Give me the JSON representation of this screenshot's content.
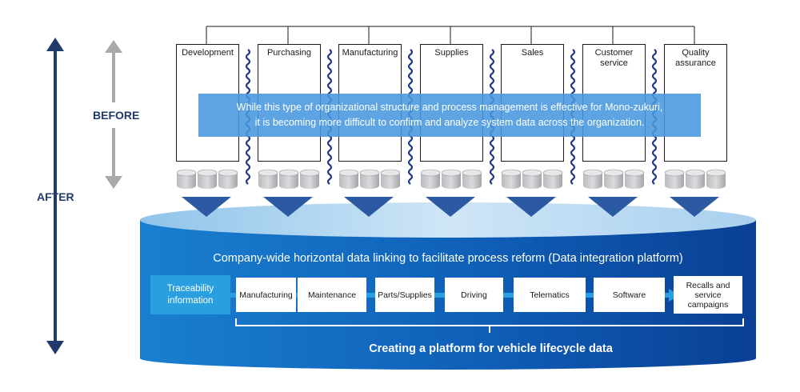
{
  "side_labels": {
    "before": "BEFORE",
    "after": "AFTER"
  },
  "departments": [
    {
      "label": "Development"
    },
    {
      "label": "Purchasing"
    },
    {
      "label": "Manufacturing"
    },
    {
      "label": "Supplies"
    },
    {
      "label": "Sales"
    },
    {
      "label": "Customer\nservice"
    },
    {
      "label": "Quality\nassurance"
    }
  ],
  "banner": {
    "line1": "While this type of organizational structure and process management is effective for Mono-zukuri,",
    "line2": "it is becoming more difficult to confirm and analyze system data across the organization."
  },
  "platform": {
    "title": "Company-wide horizontal data linking to facilitate process reform (Data integration platform)",
    "subtitle": "Creating a platform for vehicle lifecycle data",
    "source_label": "Traceability\ninformation",
    "stages": [
      {
        "label": "Manufacturing"
      },
      {
        "label": "Maintenance"
      },
      {
        "label": "Parts/Supplies"
      },
      {
        "label": "Driving"
      },
      {
        "label": "Telematics"
      },
      {
        "label": "Software"
      },
      {
        "label": "Recalls and\nservice\ncampaigns"
      }
    ]
  },
  "colors": {
    "navy": "#1f3a6b",
    "platform_blue": "#1565c0",
    "platform_top": "#b9d8f0",
    "banner_blue": "#4897de",
    "trace_blue": "#2a9fe0",
    "gray_arrow": "#a7a9ac",
    "wave_navy": "#1f3a8a"
  }
}
